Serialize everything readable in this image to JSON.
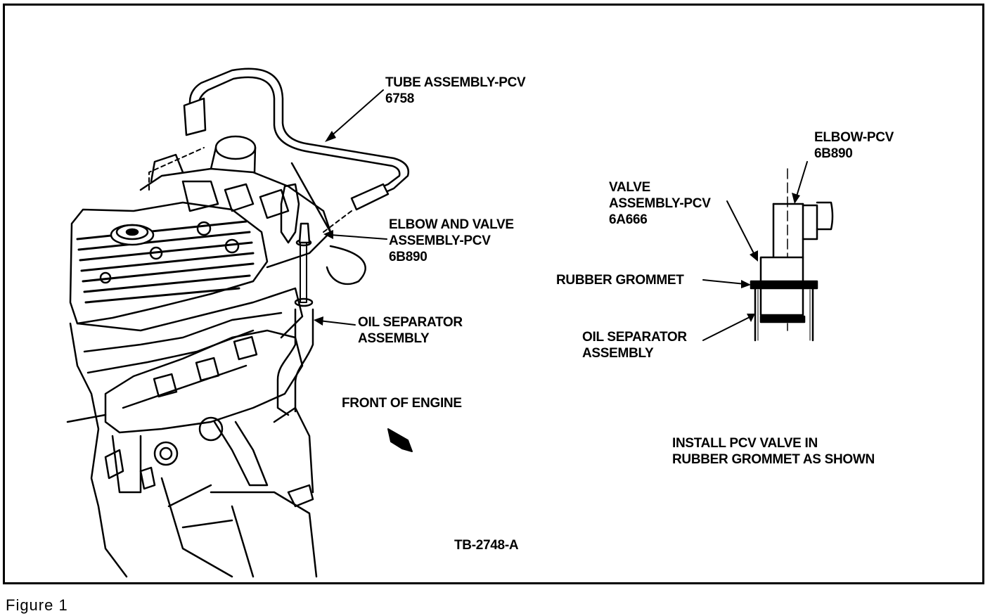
{
  "labels": {
    "tube_assembly": {
      "line1": "TUBE ASSEMBLY-PCV",
      "line2": "6758"
    },
    "elbow_valve_assembly": {
      "line1": "ELBOW AND VALVE",
      "line2": "ASSEMBLY-PCV",
      "line3": "6B890"
    },
    "oil_separator_left": {
      "line1": "OIL SEPARATOR",
      "line2": "ASSEMBLY"
    },
    "front_of_engine": "FRONT OF ENGINE",
    "figure_id": "TB-2748-A",
    "elbow_pcv": {
      "line1": "ELBOW-PCV",
      "line2": "6B890"
    },
    "valve_assembly": {
      "line1": "VALVE",
      "line2": "ASSEMBLY-PCV",
      "line3": "6A666"
    },
    "rubber_grommet": "RUBBER GROMMET",
    "oil_separator_right": {
      "line1": "OIL SEPARATOR",
      "line2": "ASSEMBLY"
    },
    "install_note": {
      "line1": "INSTALL PCV VALVE IN",
      "line2": "RUBBER GROMMET AS SHOWN"
    }
  },
  "caption": "Figure  1"
}
